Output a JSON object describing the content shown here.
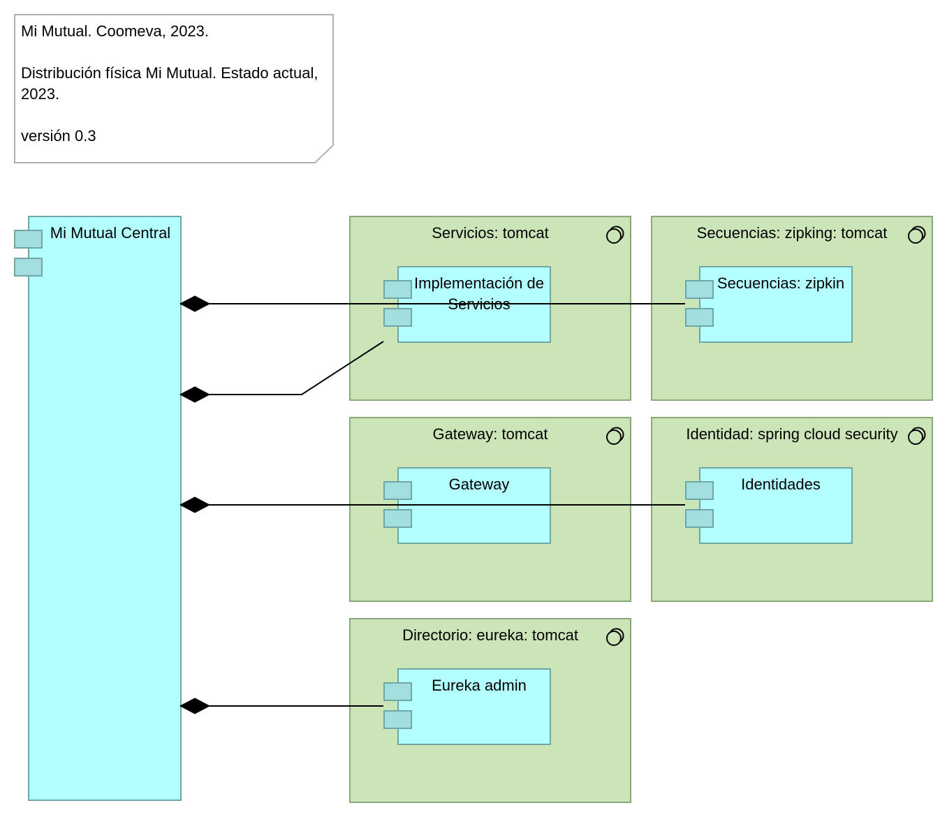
{
  "note": {
    "line1": "Mi Mutual. Coomeva, 2023.",
    "line2": "Distribución física Mi Mutual. Estado actual, 2023.",
    "line3": "versión 0.3"
  },
  "central": {
    "label": "Mi Mutual Central"
  },
  "nodes": {
    "servicios": {
      "label": "Servicios: tomcat",
      "component": "Implementación de Servicios"
    },
    "secuencias": {
      "label": "Secuencias: zipking: tomcat",
      "component": "Secuencias: zipkin"
    },
    "gateway": {
      "label": "Gateway: tomcat",
      "component": "Gateway"
    },
    "identidad": {
      "label": "Identidad: spring cloud security",
      "component": "Identidades"
    },
    "directorio": {
      "label": "Directorio: eureka: tomcat",
      "component": "Eureka admin"
    }
  },
  "colors": {
    "component_fill": "#b3ffff",
    "node_fill": "#cbe5b8",
    "tab_fill": "#a3dede"
  },
  "icons": {
    "component": "component-icon",
    "node": "node-icon",
    "composition": "composition-diamond-icon"
  }
}
